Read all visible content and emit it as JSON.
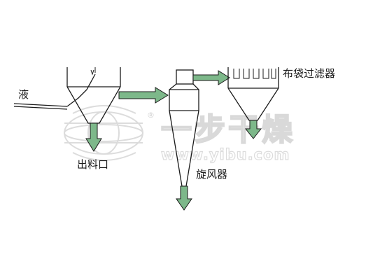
{
  "diagram": {
    "labels": {
      "liquid": "液",
      "outlet": "出料口",
      "cyclone": "旋风器",
      "bag_filter": "布袋过滤器"
    }
  },
  "watermark": {
    "brand": "一步干燥",
    "url": "www.yibu.com",
    "registered": "®"
  },
  "colors": {
    "arrow_fill": "#7db88a",
    "line": "#1a1a1a",
    "watermark": "#d9d9d9"
  }
}
